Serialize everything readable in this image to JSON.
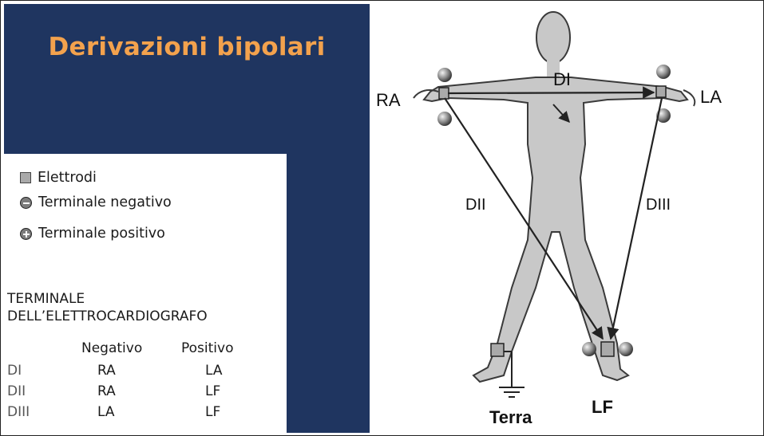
{
  "slide": {
    "title": "Derivazioni bipolari",
    "accent_color": "#f3a24d",
    "panel_color": "#1f3560"
  },
  "legend": {
    "items": [
      {
        "label": "Elettrodi",
        "icon": "electrode-square-icon"
      },
      {
        "label": "Terminale negativo",
        "icon": "negative-terminal-icon"
      },
      {
        "label": "Terminale positivo",
        "icon": "positive-terminal-icon"
      }
    ]
  },
  "table": {
    "heading_line1": "TERMINALE",
    "heading_line2": "DELL’ELETTROCARDIOGRAFO",
    "col_negative": "Negativo",
    "col_positive": "Positivo",
    "rows": [
      {
        "lead": "DI",
        "negative": "RA",
        "positive": "LA"
      },
      {
        "lead": "DII",
        "negative": "RA",
        "positive": "LF"
      },
      {
        "lead": "DIII",
        "negative": "LA",
        "positive": "LF"
      }
    ]
  },
  "diagram": {
    "label_ra": "RA",
    "label_la": "LA",
    "label_lf": "LF",
    "label_ground": "Terra",
    "label_di": "DI",
    "label_dii": "DII",
    "label_diii": "DIII"
  }
}
